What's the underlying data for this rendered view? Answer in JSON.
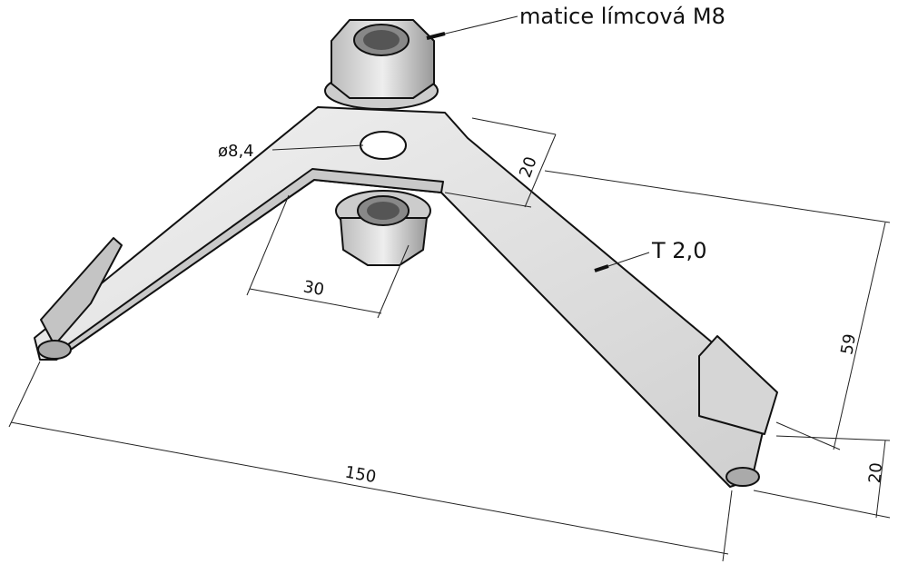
{
  "callouts": {
    "nut_label": "matice límcová M8",
    "thickness_label": "T 2,0",
    "hole_label": "ø8,4"
  },
  "dimensions": {
    "overall_length": "150",
    "bend_offset": "30",
    "strip_width": "20",
    "height": "59",
    "hook_height": "20"
  }
}
